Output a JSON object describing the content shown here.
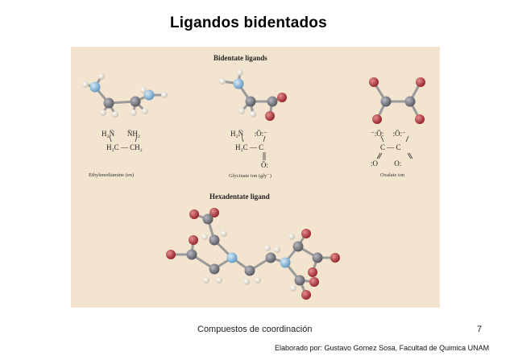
{
  "slide": {
    "title": "Ligandos bidentados",
    "footer_text": "Compuestos de coordinación",
    "page_number": "7",
    "credit": "Elaborado por: Gustavo Gomez Sosa, Facultad de Quimica UNAM"
  },
  "figure": {
    "heading_bidentate": "Bidentate ligands",
    "heading_hexadentate": "Hexadentate ligand",
    "ligands": [
      {
        "formula_line1": "H₂N̈       N̈H₂",
        "formula_line2": "H₂C — CH₂",
        "caption": "Ethylenediamine (en)"
      },
      {
        "formula_line1": "H₂N̈      :Ö:⁻",
        "formula_line2": "H₂C — C",
        "formula_line3": "Ö:",
        "caption": "Glycinate ion (gly⁻)"
      },
      {
        "formula_line1": "⁻:Ö:     :Ö:⁻",
        "formula_line2": "C — C",
        "formula_line3": ":O         O:",
        "caption": "Oxalate ion"
      }
    ],
    "colors": {
      "background": "#f3e4cf",
      "carbon": "#6f6f78",
      "nitrogen": "#7eb3d8",
      "oxygen": "#b8363c",
      "hydrogen": "#ece6d8"
    }
  }
}
